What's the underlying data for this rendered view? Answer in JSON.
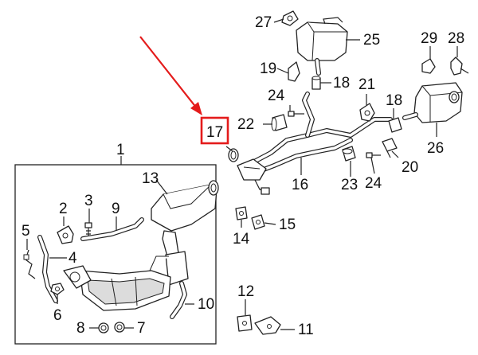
{
  "diagram": {
    "callouts": {
      "c1": "1",
      "c2": "2",
      "c3": "3",
      "c4": "4",
      "c5": "5",
      "c6": "6",
      "c7": "7",
      "c8": "8",
      "c9": "9",
      "c10": "10",
      "c11": "11",
      "c12": "12",
      "c13": "13",
      "c14": "14",
      "c15": "15",
      "c16": "16",
      "c17": "17",
      "c18a": "18",
      "c18b": "18",
      "c19": "19",
      "c20": "20",
      "c21": "21",
      "c22": "22",
      "c23": "23",
      "c24a": "24",
      "c24b": "24",
      "c25": "25",
      "c26": "26",
      "c27": "27",
      "c28": "28",
      "c29": "29"
    },
    "highlight": {
      "target": "17",
      "color": "#e41b1b"
    },
    "line_color": "#222222"
  }
}
